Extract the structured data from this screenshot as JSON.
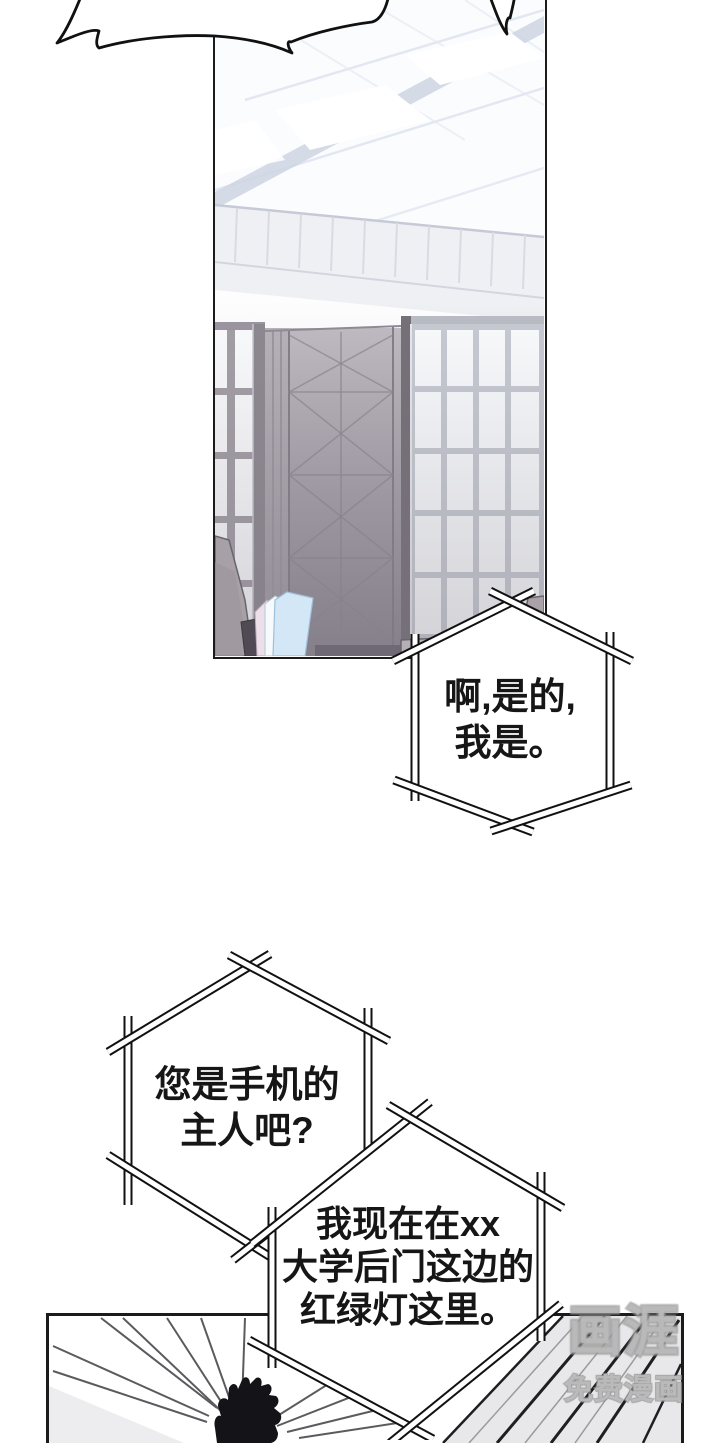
{
  "bubbles": {
    "a": {
      "text": "啊,是的,\n我是。"
    },
    "b": {
      "text": "您是手机的\n主人吧?"
    },
    "c": {
      "text": "我现在在xx\n大学后门这边的\n红绿灯这里。"
    }
  },
  "watermark": {
    "logo": "画涯",
    "caption": "免费漫画"
  },
  "colors": {
    "ink": "#1b1b1b",
    "ceiling_line": "#dde3f0",
    "beam": "#cdd5e3",
    "wall_band": "#eef0f4",
    "column_grey": "#8f8a94",
    "window_frame": "#b9bcc4",
    "window_pane": "#f9fbfd",
    "couch_grey": "#b6afb5",
    "dark_box": "#4f4a54",
    "blue_board": "#d4e7f6",
    "panel2_grey": "#e8e8ea"
  }
}
